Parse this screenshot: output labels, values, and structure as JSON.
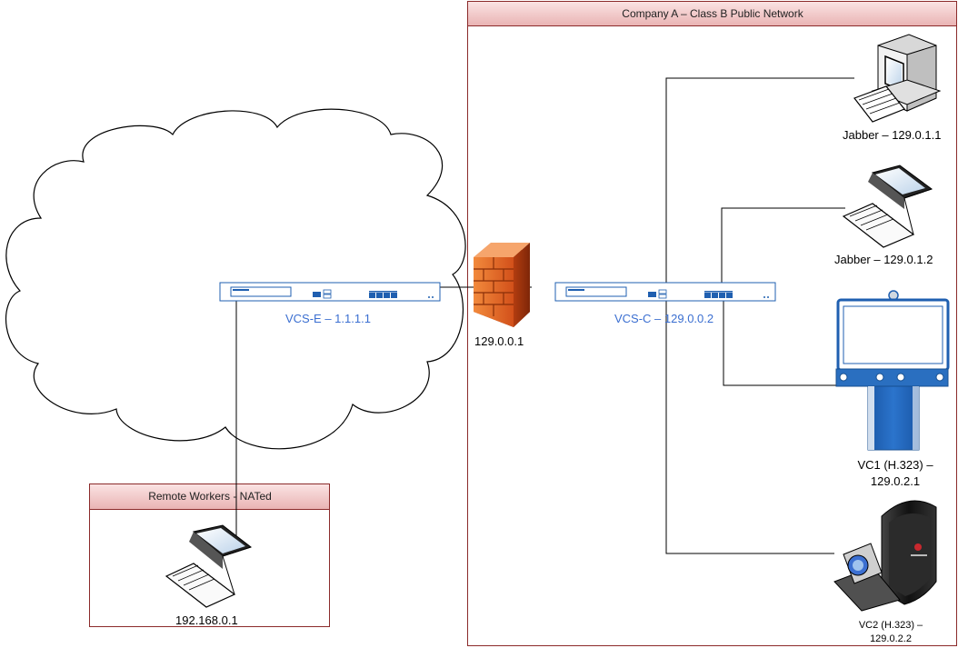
{
  "zones": {
    "company": {
      "title": "Company A – Class B Public Network"
    },
    "remote": {
      "title": "Remote Workers - NATed"
    }
  },
  "nodes": {
    "vcs_e": {
      "label": "VCS-E – 1.1.1.1"
    },
    "vcs_c": {
      "label": "VCS-C – 129.0.0.2"
    },
    "firewall": {
      "label": "129.0.0.1"
    },
    "jabber1": {
      "label": "Jabber – 129.0.1.1"
    },
    "jabber2": {
      "label": "Jabber – 129.0.1.2"
    },
    "vc1": {
      "line1": "VC1 (H.323) –",
      "line2": "129.0.2.1"
    },
    "vc2": {
      "line1": "VC2 (H.323) –",
      "line2": "129.0.2.2"
    },
    "remote_laptop": {
      "label": "192.168.0.1"
    }
  },
  "colors": {
    "zone_border": "#8b2a2a",
    "zone_header": "#f3c9c9",
    "label_blue": "#3b6fd1",
    "firewall": "#e8661e",
    "appliance_blue": "#1f5fb0"
  },
  "icons": [
    "cloud-icon",
    "firewall-icon",
    "server-appliance-icon",
    "desktop-computer-icon",
    "laptop-icon",
    "video-conference-unit-icon",
    "polycom-codec-icon"
  ]
}
